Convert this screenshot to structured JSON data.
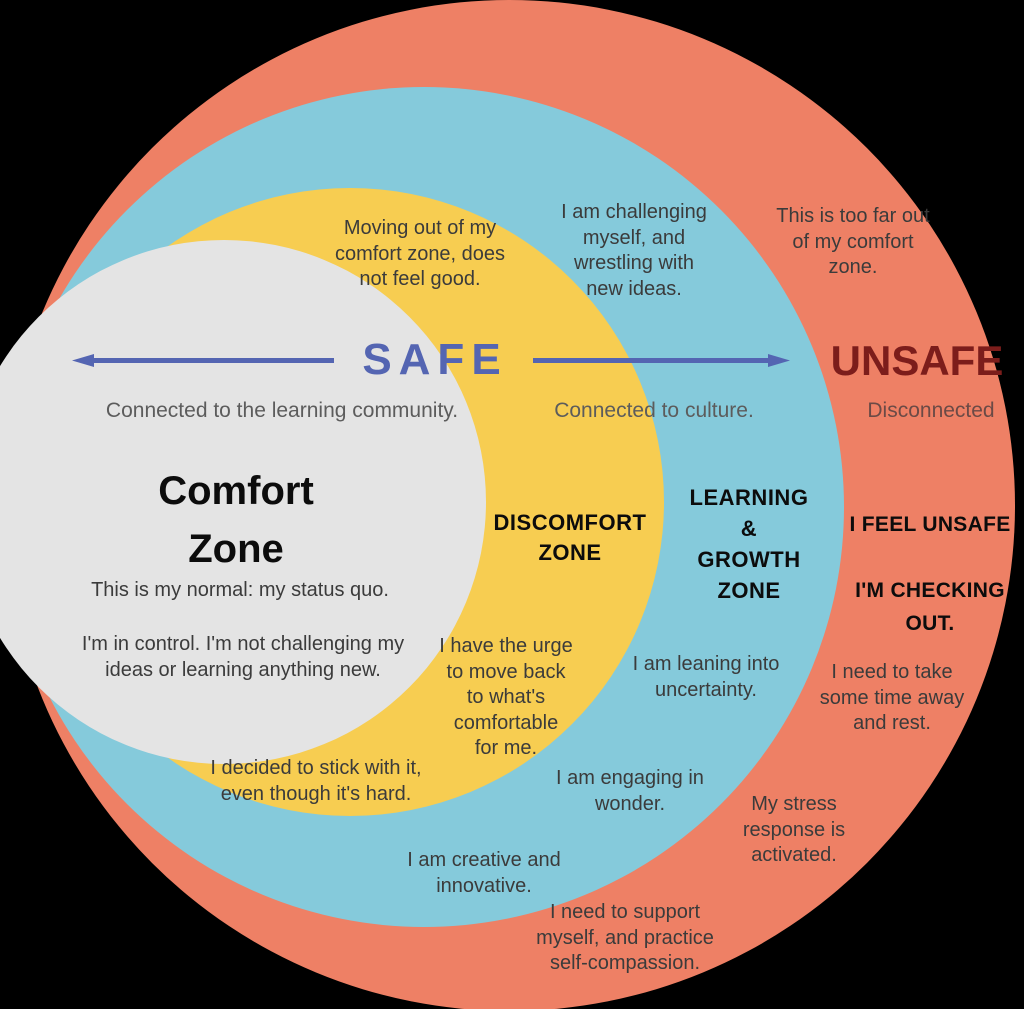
{
  "diagram": {
    "title": "Comfort Zone to Unsafe Zone concentric circles diagram",
    "axis": {
      "safe_label": "SAFE",
      "unsafe_label": "UNSAFE",
      "left_arrow_icon": "arrow-left-icon",
      "right_arrow_icon": "arrow-right-icon",
      "sub_left": "Connected to the learning community.",
      "sub_middle": "Connected to culture.",
      "sub_right": "Disconnected"
    },
    "colors": {
      "comfort": "#e4e4e4",
      "discomfort": "#f7cd51",
      "growth": "#85cadb",
      "unsafe": "#ee8065",
      "safe_text": "#5465b2",
      "unsafe_text": "#7c1d1b",
      "body_text": "#3b3b3b"
    },
    "zones": {
      "comfort": {
        "name": "Comfort\nZone",
        "statements": [
          "This is my normal: my status quo.",
          "I'm in control. I'm not challenging my\nideas or learning anything new."
        ]
      },
      "discomfort": {
        "name": "DISCOMFORT\nZONE",
        "statements": [
          "Moving out of my\ncomfort zone, does\nnot feel good.",
          "I have the urge\nto move back\nto what's\ncomfortable\nfor me.",
          "I decided to stick with it,\neven though it's hard."
        ]
      },
      "growth": {
        "name": "LEARNING\n&\nGROWTH\nZONE",
        "statements": [
          "I am challenging\nmyself, and\nwrestling with\nnew ideas.",
          "I am leaning into\nuncertainty.",
          "I am engaging in\nwonder.",
          "I am creative and\ninnovative."
        ]
      },
      "unsafe": {
        "name": "I FEEL UNSAFE\n\nI'M CHECKING\nOUT.",
        "statements": [
          "This is too far out\nof my comfort\nzone.",
          "I need to take\nsome time away\nand rest.",
          "My stress\nresponse is\nactivated.",
          "I need to support\nmyself, and practice\nself-compassion."
        ]
      }
    }
  }
}
